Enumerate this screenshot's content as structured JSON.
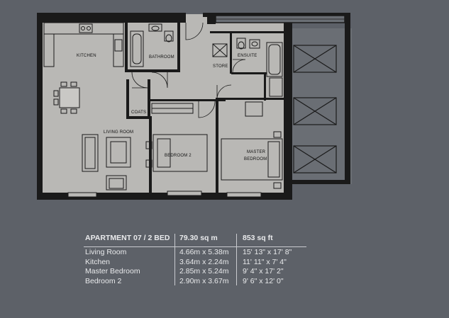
{
  "plan": {
    "rooms": {
      "kitchen": "KITCHEN",
      "bathroom": "BATHROOM",
      "store": "STORE",
      "ensuite": "ENSUITE",
      "coats": "COATS",
      "living_room": "LIVING ROOM",
      "bedroom_2": "BEDROOM 2",
      "master_bedroom_line1": "MASTER",
      "master_bedroom_line2": "BEDROOM"
    }
  },
  "schedule": {
    "header": {
      "apartment": "APARTMENT 07 / 2 BED",
      "area_sqm": "79.30 sq m",
      "area_sqft": "853 sq ft"
    },
    "rows": [
      {
        "room": "Living Room",
        "metric": "4.66m x 5.38m",
        "imperial": "15' 13\" x 17' 8\""
      },
      {
        "room": "Kitchen",
        "metric": "3.64m x 2.24m",
        "imperial": "11' 11\" x 7' 4\""
      },
      {
        "room": "Master Bedroom",
        "metric": "2.85m x 5.24m",
        "imperial": "9' 4\" x 17' 2\""
      },
      {
        "room": "Bedroom 2",
        "metric": "2.90m x 3.67m",
        "imperial": "9' 6\" x 12' 0\""
      }
    ]
  },
  "colors": {
    "background": "#5d6168",
    "floor": "#b9b8b5",
    "walls": "#1a1a1a",
    "balcony": "#6a6e74",
    "text_light": "#e9eaec"
  }
}
